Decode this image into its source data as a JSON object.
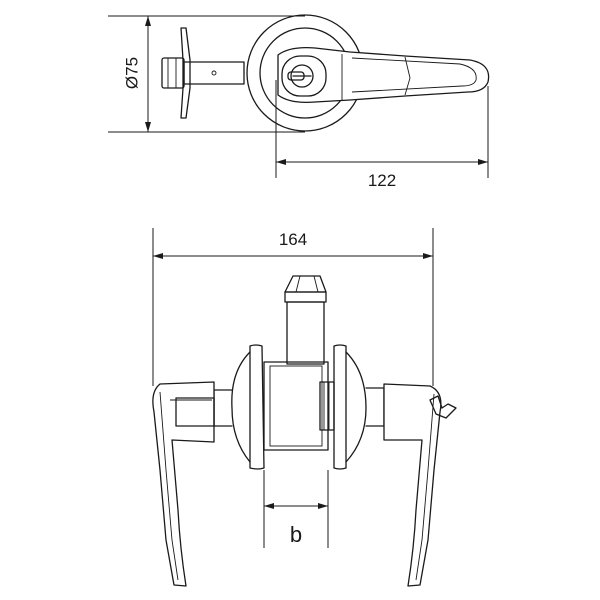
{
  "dimensions": {
    "rosette_diameter": "Ø75",
    "lever_length": "122",
    "overall_width": "164",
    "door_thickness": "b"
  }
}
